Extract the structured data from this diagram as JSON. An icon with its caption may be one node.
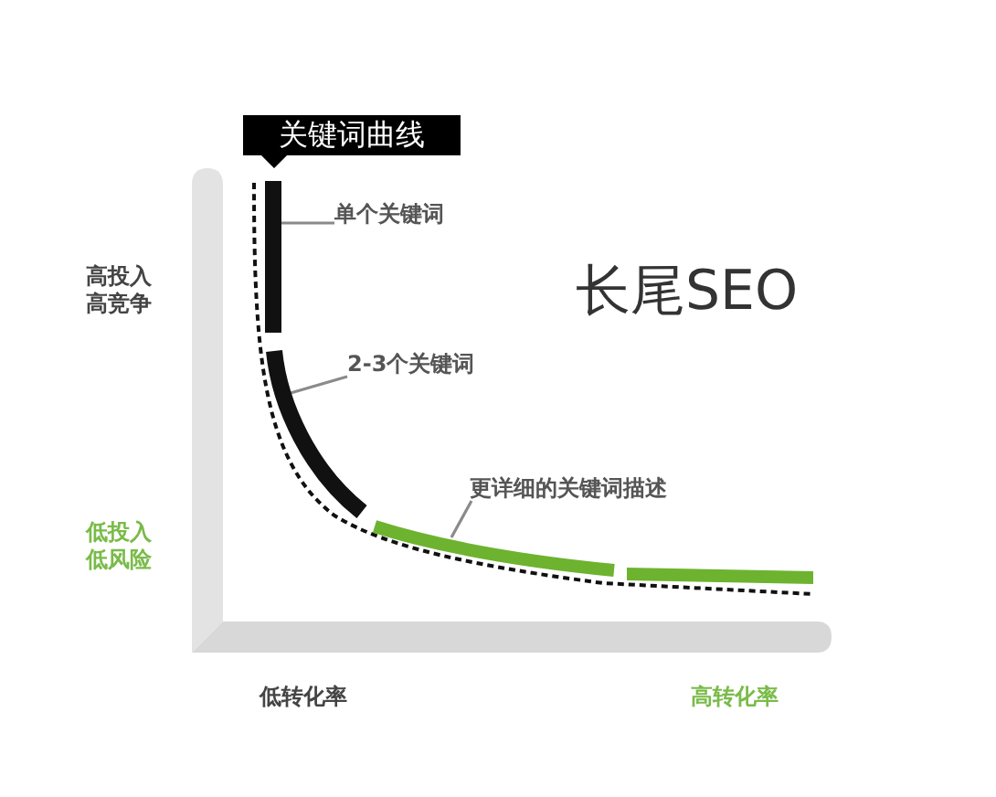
{
  "diagram": {
    "title": "长尾SEO",
    "nodes": [
      {
        "text": [
          "关键词曲线"
        ]
      },
      {
        "text": [
          "单个关键词"
        ]
      },
      {
        "text": [
          "2-3个关键词"
        ]
      },
      {
        "text": [
          "更详细的关键词描述"
        ]
      },
      {
        "text": [],
        "shape": "bar"
      },
      {
        "text": [],
        "shape": "bar"
      },
      {
        "text": [],
        "shape": "bar"
      }
    ],
    "edges": [
      {
        "from": 1,
        "to": 4,
        "arrow": "none"
      },
      {
        "from": 2,
        "to": 5,
        "arrow": "none"
      },
      {
        "from": 3,
        "to": 6,
        "arrow": "none"
      }
    ],
    "labels": [
      "高投入高竞争",
      "低投入低风险",
      "低转化率",
      "高转化率"
    ]
  }
}
